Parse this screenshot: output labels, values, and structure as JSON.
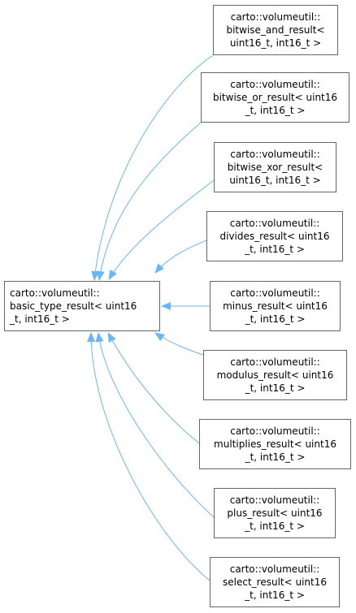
{
  "base_node": {
    "lines": [
      "carto::volumeutil::",
      "basic_type_result< uint16",
      "_t, int16_t >"
    ]
  },
  "derived_nodes": [
    {
      "lines": [
        "carto::volumeutil::",
        "bitwise_and_result<",
        "uint16_t, int16_t >"
      ]
    },
    {
      "lines": [
        "carto::volumeutil::",
        "bitwise_or_result< uint16",
        "_t, int16_t >"
      ]
    },
    {
      "lines": [
        "carto::volumeutil::",
        "bitwise_xor_result<",
        "uint16_t, int16_t >"
      ]
    },
    {
      "lines": [
        "carto::volumeutil::",
        "divides_result< uint16",
        "_t, int16_t >"
      ]
    },
    {
      "lines": [
        "carto::volumeutil::",
        "minus_result< uint16",
        "_t, int16_t >"
      ]
    },
    {
      "lines": [
        "carto::volumeutil::",
        "modulus_result< uint16",
        "_t, int16_t >"
      ]
    },
    {
      "lines": [
        "carto::volumeutil::",
        "multiplies_result< uint16",
        "_t, int16_t >"
      ]
    },
    {
      "lines": [
        "carto::volumeutil::",
        "plus_result< uint16",
        "_t, int16_t >"
      ]
    },
    {
      "lines": [
        "carto::volumeutil::",
        "select_result< uint16",
        "_t, int16_t >"
      ]
    }
  ],
  "colors": {
    "edge": "#63b8ff",
    "node_border": "#666666",
    "text": "#000000"
  }
}
